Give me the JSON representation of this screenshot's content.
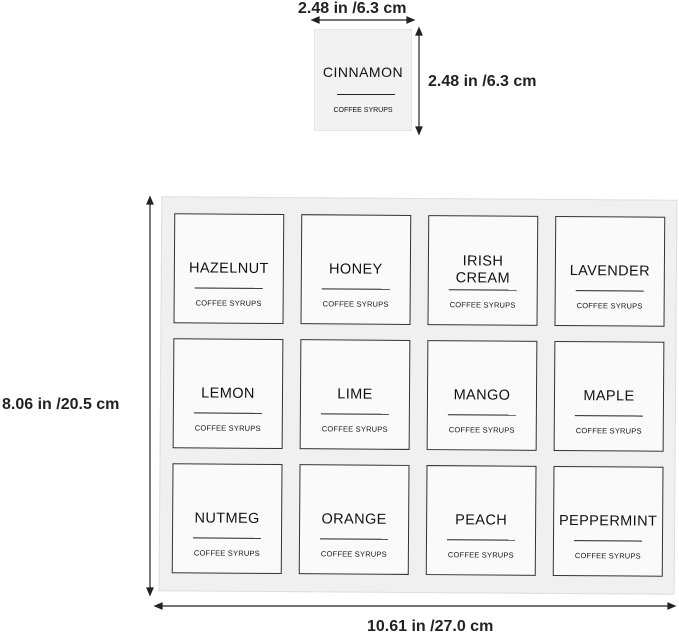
{
  "dimensions": {
    "sample_width": "2.48 in /6.3 cm",
    "sample_height": "2.48 in /6.3 cm",
    "sheet_height": "8.06 in /20.5 cm",
    "sheet_width": "10.61 in /27.0 cm"
  },
  "sample_label": {
    "name": "CINNAMON",
    "sub": "COFFEE SYRUPS"
  },
  "sheet_labels": [
    {
      "name": "HAZELNUT",
      "sub": "COFFEE SYRUPS"
    },
    {
      "name": "HONEY",
      "sub": "COFFEE SYRUPS"
    },
    {
      "name": "IRISH\nCREAM",
      "sub": "COFFEE SYRUPS"
    },
    {
      "name": "LAVENDER",
      "sub": "COFFEE SYRUPS"
    },
    {
      "name": "LEMON",
      "sub": "COFFEE SYRUPS"
    },
    {
      "name": "LIME",
      "sub": "COFFEE SYRUPS"
    },
    {
      "name": "MANGO",
      "sub": "COFFEE SYRUPS"
    },
    {
      "name": "MAPLE",
      "sub": "COFFEE SYRUPS"
    },
    {
      "name": "NUTMEG",
      "sub": "COFFEE SYRUPS"
    },
    {
      "name": "ORANGE",
      "sub": "COFFEE SYRUPS"
    },
    {
      "name": "PEACH",
      "sub": "COFFEE SYRUPS"
    },
    {
      "name": "PEPPERMINT",
      "sub": "COFFEE SYRUPS"
    }
  ]
}
